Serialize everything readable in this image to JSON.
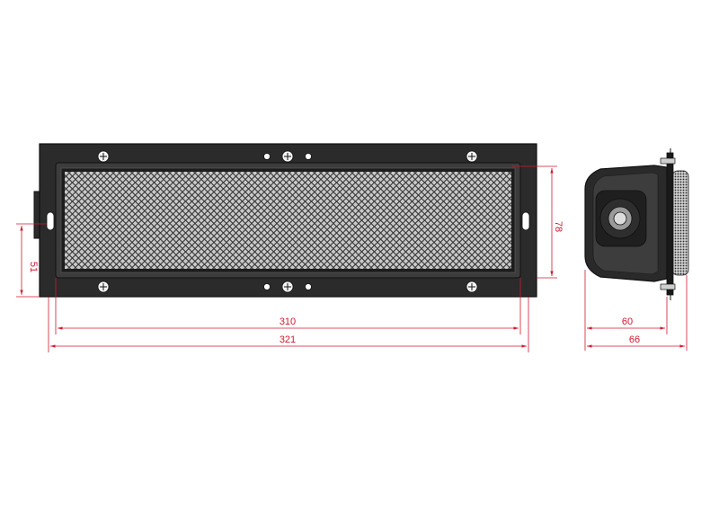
{
  "colors": {
    "background": "#ffffff",
    "frame": "#2b2b2b",
    "frame_edge": "#111111",
    "mesh_bg": "#d9d9d9",
    "mesh_line": "#3a3a3a",
    "dimension": "#d0192f",
    "screw": "#f4f4f4"
  },
  "front_view": {
    "dimensions": {
      "inner_width": "310",
      "outer_width": "321",
      "left_height": "51",
      "right_height": "78"
    }
  },
  "side_view": {
    "dimensions": {
      "body_depth": "60",
      "total_depth": "66"
    }
  }
}
